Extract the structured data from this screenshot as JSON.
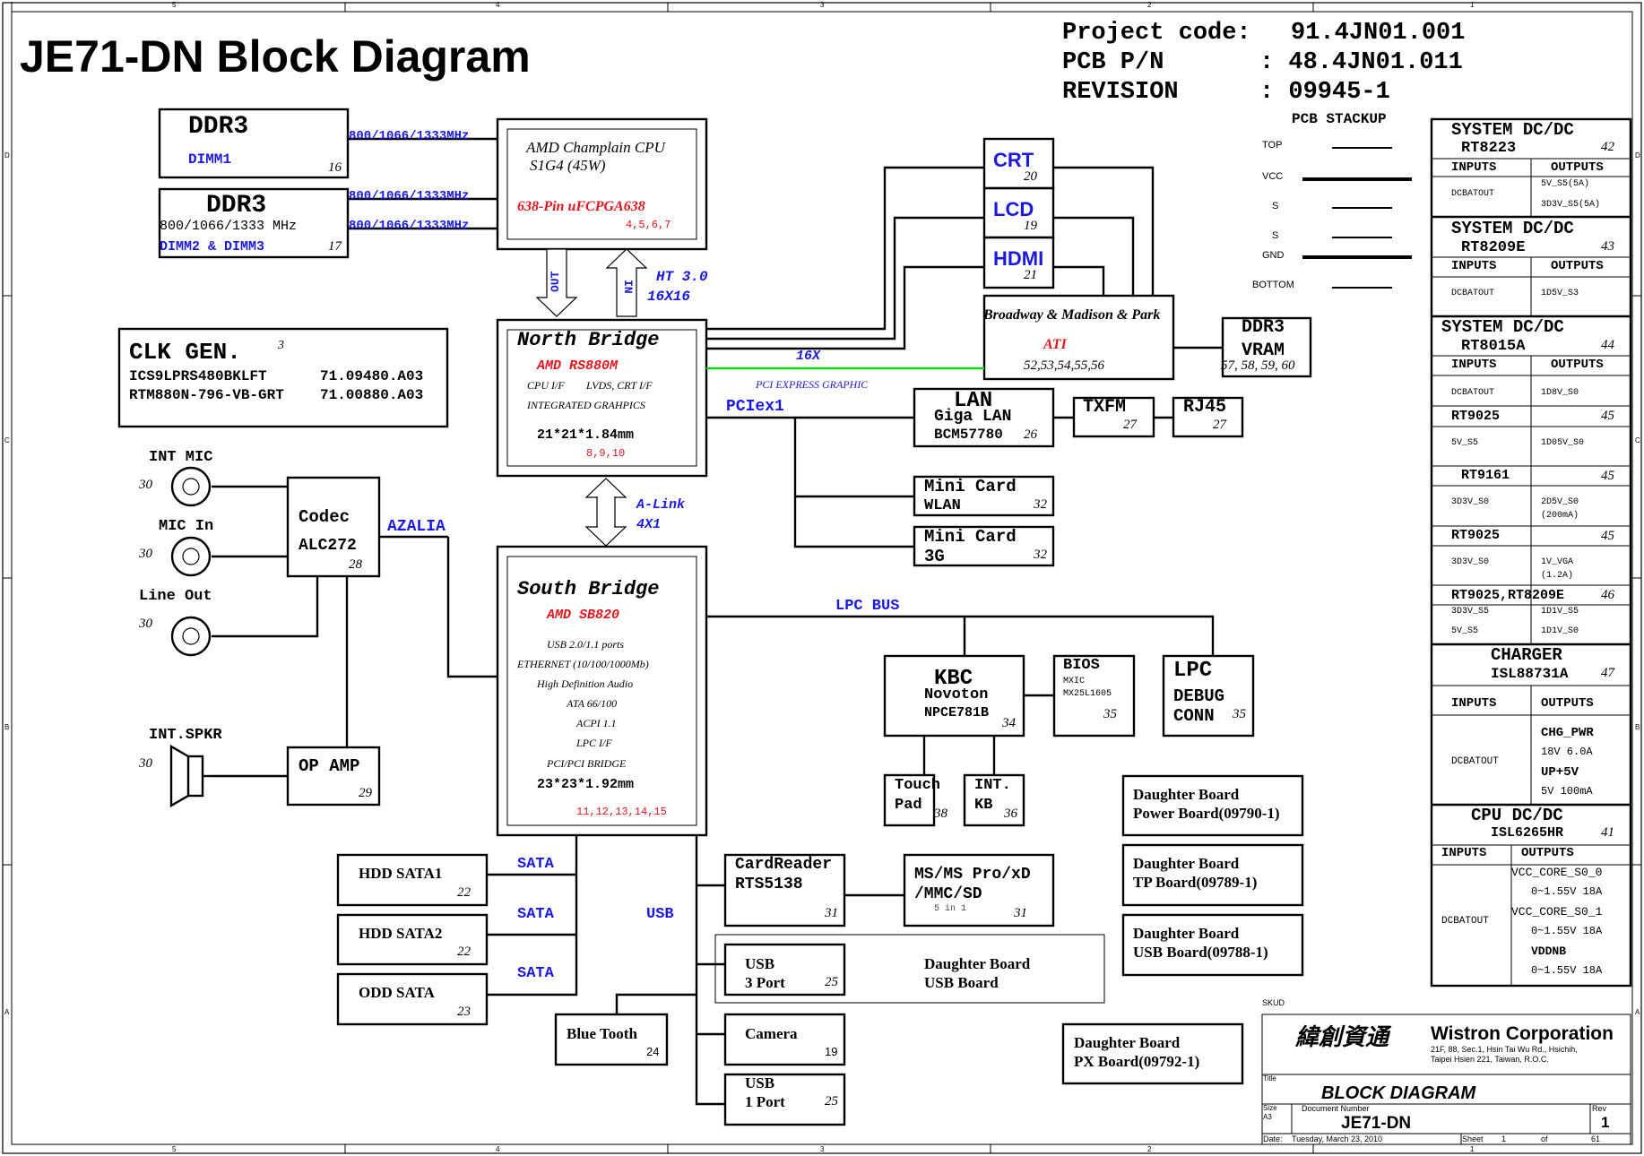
{
  "header": {
    "title": "JE71-DN  Block Diagram",
    "project_code_label": "Project code:",
    "project_code": "91.4JN01.001",
    "pcb_pn_label": "PCB P/N",
    "pcb_pn": ": 48.4JN01.011",
    "revision_label": "REVISION",
    "revision": ": 09945-1"
  },
  "frame": {
    "top_numbers": [
      "5",
      "4",
      "3",
      "2",
      "1"
    ],
    "bottom_numbers": [
      "5",
      "4",
      "3",
      "2",
      "1"
    ],
    "left_letters": [
      "D",
      "C",
      "B",
      "A"
    ],
    "right_letters": [
      "D",
      "C",
      "B",
      "A"
    ]
  },
  "memory": {
    "dimm1_title": "DDR3",
    "dimm1_sub": "DIMM1",
    "dimm1_page": "16",
    "dimm1_speed": "800/1066/1333MHz",
    "dimm23_title": "DDR3",
    "dimm23_speed_inner": "800/1066/1333 MHz",
    "dimm23_sub": "DIMM2 & DIMM3",
    "dimm23_page": "17",
    "link_speed_a": "800/1066/1333MHz",
    "link_speed_b": "800/1066/1333MHz"
  },
  "cpu": {
    "name": "AMD Champlain CPU",
    "socket": "S1G4 (45W)",
    "package": "638-Pin uFCPGA638",
    "pages": "4,5,6,7",
    "out_label": "OUT",
    "in_label": "IN",
    "ht_label": "HT 3.0",
    "ht_width": "16X16"
  },
  "clock": {
    "title": "CLK GEN.",
    "page": "3",
    "line1_part": "ICS9LPRS480BKLFT",
    "line1_code": "71.09480.A03",
    "line2_part": "RTM880N-796-VB-GRT",
    "line2_code": "71.00880.A03"
  },
  "north_bridge": {
    "title": "North Bridge",
    "chip": "AMD RS880M",
    "cpu_if": "CPU I/F",
    "lvds": "LVDS, CRT I/F",
    "integrated": "INTEGRATED GRAHPICS",
    "size": "21*21*1.84mm",
    "pages": "8,9,10",
    "pcie_x16": "16X",
    "pcie_graphic": "PCI EXPRESS GRAPHIC",
    "pciex1": "PCIex1",
    "alink": "A-Link",
    "alink_width": "4X1"
  },
  "display": {
    "crt": "CRT",
    "crt_page": "20",
    "lcd": "LCD",
    "lcd_page": "19",
    "hdmi": "HDMI",
    "hdmi_page": "21",
    "gpu_family": "Broadway & Madison & Park",
    "gpu_vendor": "ATI",
    "gpu_pages": "52,53,54,55,56",
    "vram_title": "DDR3",
    "vram_sub": "VRAM",
    "vram_pages": "57, 58, 59, 60"
  },
  "network": {
    "lan_title": "LAN",
    "lan_sub": "Giga LAN",
    "lan_chip": "BCM57780",
    "lan_page": "26",
    "txfm": "TXFM",
    "txfm_page": "27",
    "rj45": "RJ45",
    "rj45_page": "27",
    "wlan_title": "Mini Card",
    "wlan_sub": "WLAN",
    "wlan_page": "32",
    "g3_title": "Mini Card",
    "g3_sub": "3G",
    "g3_page": "32"
  },
  "audio": {
    "int_mic": "INT MIC",
    "int_mic_page": "30",
    "mic_in": "MIC In",
    "mic_in_page": "30",
    "line_out": "Line Out",
    "line_out_page": "30",
    "int_spkr": "INT.SPKR",
    "int_spkr_page": "30",
    "codec_title": "Codec",
    "codec_chip": "ALC272",
    "codec_page": "28",
    "azalia": "AZALIA",
    "opamp": "OP AMP",
    "opamp_page": "29"
  },
  "south_bridge": {
    "title": "South Bridge",
    "chip": "AMD SB820",
    "features": [
      "USB 2.0/1.1 ports",
      "ETHERNET  (10/100/1000Mb)",
      "High Definition Audio",
      "ATA 66/100",
      "ACPI 1.1",
      "LPC I/F",
      "PCI/PCI BRIDGE"
    ],
    "size": "23*23*1.92mm",
    "pages": "11,12,13,14,15",
    "lpc_bus": "LPC BUS",
    "usb_label": "USB"
  },
  "lpc": {
    "kbc_title": "KBC",
    "kbc_vendor": "Novoton",
    "kbc_chip": "NPCE781B",
    "kbc_page": "34",
    "bios_title": "BIOS",
    "bios_vendor": "MXIC",
    "bios_chip": "MX25L1605",
    "bios_page": "35",
    "debug_line1": "LPC",
    "debug_line2": "DEBUG",
    "debug_line3": "CONN",
    "debug_page": "35",
    "touchpad_line1": "Touch",
    "touchpad_line2": "Pad",
    "touchpad_page": "38",
    "intkb_line1": "INT.",
    "intkb_line2": "KB",
    "intkb_page": "36"
  },
  "storage": {
    "hdd1": "HDD SATA1",
    "hdd1_page": "22",
    "hdd2": "HDD SATA2",
    "hdd2_page": "22",
    "odd": "ODD SATA",
    "odd_page": "23",
    "sata": "SATA"
  },
  "usb_devices": {
    "cardreader_title": "CardReader",
    "cardreader_chip": "RTS5138",
    "cardreader_page": "31",
    "ms_line1": "MS/MS Pro/xD",
    "ms_line2": "/MMC/SD",
    "ms_sub": "5 in 1",
    "ms_page": "31",
    "usb3_line1": "USB",
    "usb3_line2": "3 Port",
    "usb3_page": "25",
    "usb_db_line1": "Daughter Board",
    "usb_db_line2": "USB Board",
    "bluetooth": "Blue Tooth",
    "bluetooth_page": "24",
    "camera": "Camera",
    "camera_page": "19",
    "usb1_line1": "USB",
    "usb1_line2": "1 Port",
    "usb1_page": "25"
  },
  "daughter_boards": [
    {
      "line1": "Daughter Board",
      "line2": "Power Board(09790-1)"
    },
    {
      "line1": "Daughter Board",
      "line2": "TP Board(09789-1)"
    },
    {
      "line1": "Daughter Board",
      "line2": "USB Board(09788-1)"
    },
    {
      "line1": "Daughter Board",
      "line2": "PX Board(09792-1)"
    }
  ],
  "stackup": {
    "title": "PCB STACKUP",
    "layers": [
      "TOP",
      "VCC",
      "S",
      "S",
      "GND",
      "BOTTOM"
    ]
  },
  "power": {
    "inputs": "INPUTS",
    "outputs": "OUTPUTS",
    "dcbatout": "DCBATOUT",
    "sys1_title": "SYSTEM DC/DC",
    "sys1_chip": "RT8223",
    "sys1_page": "42",
    "sys1_out1": "5V_S5(5A)",
    "sys1_out2": "3D3V_S5(5A)",
    "sys2_title": "SYSTEM DC/DC",
    "sys2_chip": "RT8209E",
    "sys2_page": "43",
    "sys2_out": "1D5V_S3",
    "sys3_title": "SYSTEM DC/DC",
    "sys3_chip": "RT8015A",
    "sys3_page": "44",
    "sys3_out": "1D8V_S0",
    "rt9025a": "RT9025",
    "rt9025a_page": "45",
    "rt9025a_in": "5V_S5",
    "rt9025a_out": "1D05V_S0",
    "rt9161": "RT9161",
    "rt9161_page": "45",
    "rt9161_in": "3D3V_S0",
    "rt9161_out1": "2D5V_S0",
    "rt9161_out2": "(200mA)",
    "rt9025b": "RT9025",
    "rt9025b_page": "45",
    "rt9025b_in": "3D3V_S0",
    "rt9025b_out1": "1V_VGA",
    "rt9025b_out2": "(1.2A)",
    "rt_combo": "RT9025,RT8209E",
    "rt_combo_page": "46",
    "rt_combo_in1": "3D3V_S5",
    "rt_combo_out1": "1D1V_S5",
    "rt_combo_in2": "5V_S5",
    "rt_combo_out2": "1D1V_S0",
    "charger_title": "CHARGER",
    "charger_chip": "ISL88731A",
    "charger_page": "47",
    "charger_out1": "CHG_PWR",
    "charger_out2": "18V   6.0A",
    "charger_out3": "UP+5V",
    "charger_out4": "5V   100mA",
    "cpu_title": "CPU DC/DC",
    "cpu_chip": "ISL6265HR",
    "cpu_page": "41",
    "cpu_out1": "VCC_CORE_S0_0",
    "cpu_out1v": "0~1.55V   18A",
    "cpu_out2": "VCC_CORE_S0_1",
    "cpu_out2v": "0~1.55V   18A",
    "cpu_out3": "VDDNB",
    "cpu_out3v": "0~1.55V   18A"
  },
  "title_block": {
    "skud": "SKUD",
    "chinese": "緯創資通",
    "company": "Wistron Corporation",
    "address1": "21F, 88, Sec.1, Hsin Tai Wu Rd., Hsichih,",
    "address2": "Taipei Hsien 221, Taiwan, R.O.C.",
    "title_label": "Title",
    "title": "BLOCK DIAGRAM",
    "size_label": "Size",
    "size": "A3",
    "docnum_label": "Document Number",
    "docnum": "JE71-DN",
    "rev_label": "Rev",
    "rev": "1",
    "date_label": "Date:",
    "date": "Tuesday, March 23, 2010",
    "sheet_label": "Sheet",
    "sheet": "1",
    "of_label": "of",
    "of": "61"
  }
}
